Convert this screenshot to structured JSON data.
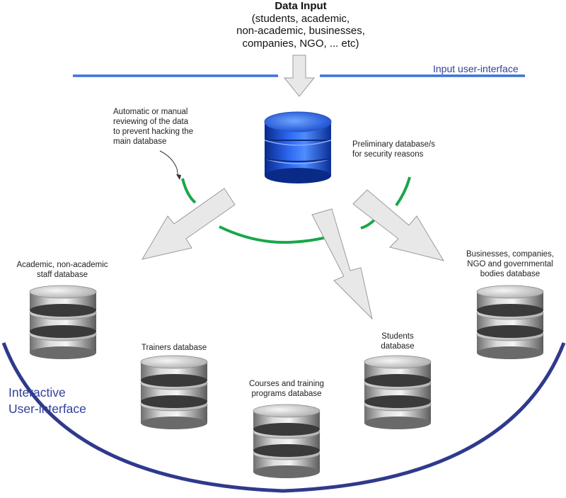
{
  "diagram": {
    "title": "Data Input",
    "subtitle_lines": [
      "(students, academic,",
      "non-academic, businesses,",
      "companies, NGO, ... etc)"
    ],
    "input_interface_label": "Input user-interface",
    "interactive_interface_lines": [
      "Interactive",
      "User-interface"
    ],
    "review_note_lines": [
      "Automatic or manual",
      "reviewing of the data",
      "to prevent hacking the",
      "main database"
    ],
    "preliminary_db_lines": [
      "Preliminary database/s",
      "for security reasons"
    ],
    "databases": [
      {
        "id": "academic",
        "lines": [
          "Academic, non-academic",
          "staff database"
        ]
      },
      {
        "id": "trainers",
        "lines": [
          "Trainers database"
        ]
      },
      {
        "id": "courses",
        "lines": [
          "Courses and training",
          "programs database"
        ]
      },
      {
        "id": "students",
        "lines": [
          "Students",
          "database"
        ]
      },
      {
        "id": "businesses",
        "lines": [
          "Businesses, companies,",
          "NGO and governmental",
          "bodies database"
        ]
      }
    ],
    "colors": {
      "input_line": "#3a73d6",
      "interactive_arc": "#2f3a8c",
      "security_arc": "#1aa64a",
      "arrow_fill": "#e8e8e8",
      "arrow_stroke": "#9a9a9a",
      "main_db": "#1f55d6",
      "storage_db": "#b9b9b9"
    }
  }
}
